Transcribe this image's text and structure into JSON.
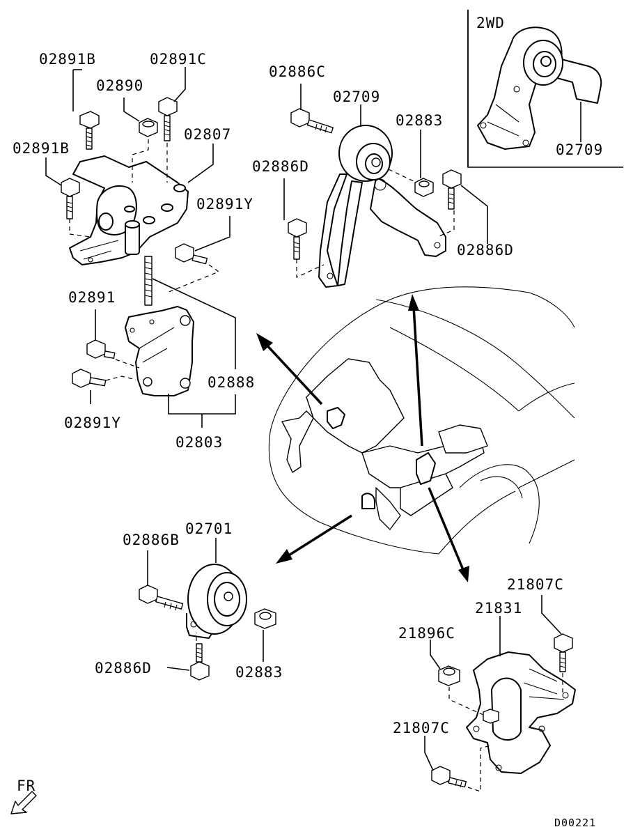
{
  "inset": {
    "variant": "2WD"
  },
  "labels": {
    "p02891B_top": "02891B",
    "p02891C": "02891C",
    "p02890": "02890",
    "p02807": "02807",
    "p02891B_left": "02891B",
    "p02891Y_top": "02891Y",
    "p02891": "02891",
    "p02888": "02888",
    "p02891Y_bottom": "02891Y",
    "p02803": "02803",
    "p02886C": "02886C",
    "p02709_main": "02709",
    "p02883_top": "02883",
    "p02886D_left": "02886D",
    "p02886D_right": "02886D",
    "p02709_inset": "02709",
    "p02886B": "02886B",
    "p02701": "02701",
    "p02886D_bottom": "02886D",
    "p02883_bottom": "02883",
    "p21807C_top": "21807C",
    "p21831": "21831",
    "p21896C": "21896C",
    "p21807C_left": "21807C"
  },
  "direction": {
    "label": "FR"
  },
  "diagram_code": "D00221"
}
